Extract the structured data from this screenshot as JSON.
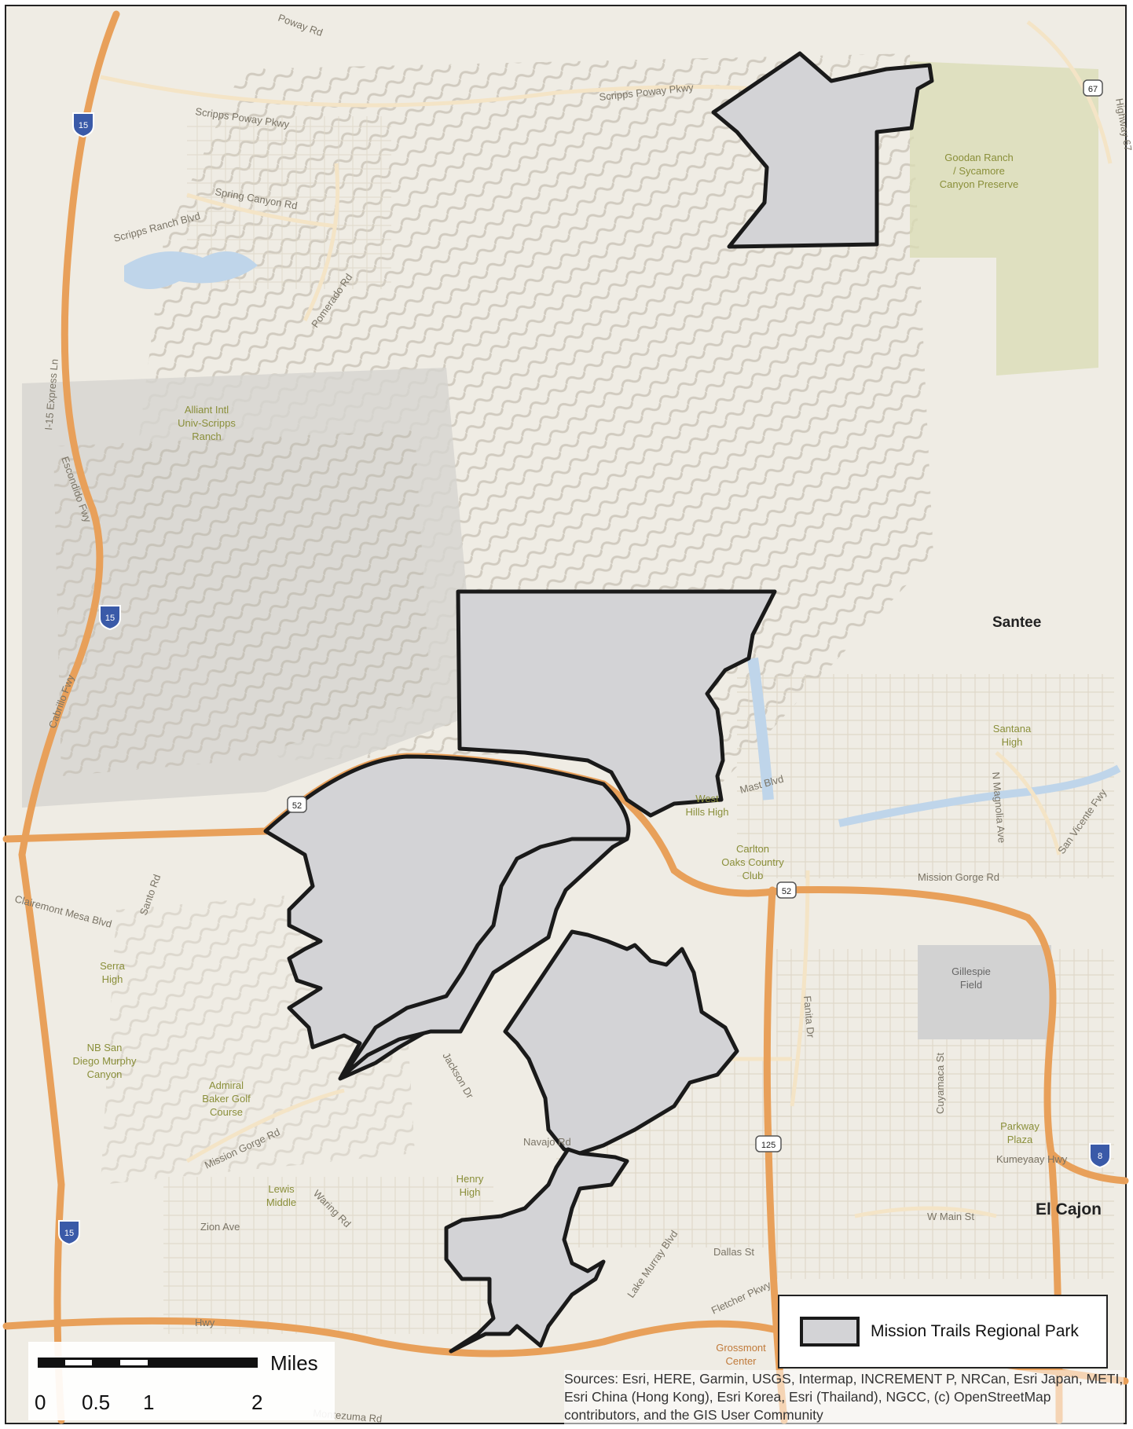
{
  "legend": {
    "label": "Mission Trails Regional Park",
    "fill_color": "#d3d3d6",
    "stroke_color": "#1a1a1a"
  },
  "scale": {
    "units": "Miles",
    "ticks": [
      "0",
      "0.5",
      "1",
      "2"
    ]
  },
  "attribution": "Sources: Esri, HERE, Garmin, USGS, Intermap, INCREMENT P, NRCan, Esri Japan, METI, Esri China (Hong Kong), Esri Korea, Esri (Thailand), NGCC, (c) OpenStreetMap contributors, and the GIS User Community",
  "map": {
    "colors": {
      "background": "#efece4",
      "terrain_shade": "#d8d4c8",
      "hill_shade": "#b9b3a3",
      "preserve_green": "#d9dcb4",
      "freeway": "#e8a05a",
      "road": "#f2e2c4",
      "water": "#bfd5ea",
      "urban_grid": "#e6e1d6",
      "park_fill": "#d3d3d6",
      "park_stroke": "#1a1a1a"
    },
    "places": {
      "santee": "Santee",
      "el_cajon": "El Cajon",
      "goodan": [
        "Goodan Ranch",
        "/ Sycamore",
        "Canyon Preserve"
      ],
      "alliant": [
        "Alliant Intl",
        "Univ-Scripps",
        "Ranch"
      ],
      "santana": [
        "Santana",
        "High"
      ],
      "west_hills": [
        "West",
        "Hills High"
      ],
      "carlton": [
        "Carlton",
        "Oaks Country",
        "Club"
      ],
      "gillespie": [
        "Gillespie",
        "Field"
      ],
      "serra": [
        "Serra",
        "High"
      ],
      "nb_san_diego": [
        "NB San",
        "Diego Murphy",
        "Canyon"
      ],
      "admiral": [
        "Admiral",
        "Baker Golf",
        "Course"
      ],
      "lewis": [
        "Lewis",
        "Middle"
      ],
      "henry": [
        "Henry",
        "High"
      ],
      "parkway": [
        "Parkway",
        "Plaza"
      ],
      "grossmont": [
        "Grossmont",
        "Center"
      ]
    },
    "roads": {
      "scripps_poway_1": "Scripps Poway Pkwy",
      "scripps_poway_2": "Scripps Poway Pkwy",
      "spring_canyon": "Spring Canyon Rd",
      "scripps_ranch": "Scripps Ranch Blvd",
      "pomerado": "Pomerado Rd",
      "i15_express": "I-15 Express Ln",
      "escondido": "Escondido Fwy",
      "cabrillo": "Cabrillo Fwy",
      "mast": "Mast Blvd",
      "mission_gorge_1": "Mission Gorge Rd",
      "mission_gorge_2": "Mission Gorge Rd",
      "clairemont": "Clairemont Mesa Blvd",
      "santo": "Santo Rd",
      "jackson": "Jackson Dr",
      "navajo": "Navajo Rd",
      "waring": "Waring Rd",
      "zion": "Zion Ave",
      "lake_murray": "Lake Murray Blvd",
      "dallas": "Dallas St",
      "fletcher": "Fletcher Pkwy",
      "montezuma": "Montezuma Rd",
      "kumeyaay": "Kumeyaay Hwy",
      "w_main": "W Main St",
      "magnolia": "N Magnolia Ave",
      "cuyamaca": "Cuyamaca St",
      "san_vicente": "San Vicente Fwy",
      "highway": "Highway 67",
      "fanita": "Fanita Dr",
      "poway": "Poway Rd",
      "hwy": "Hwy"
    },
    "shields": {
      "i15_a": "15",
      "i15_b": "15",
      "i15_c": "15",
      "sr52_a": "52",
      "sr52_b": "52",
      "sr125": "125",
      "sr67": "67",
      "i8": "8"
    }
  }
}
